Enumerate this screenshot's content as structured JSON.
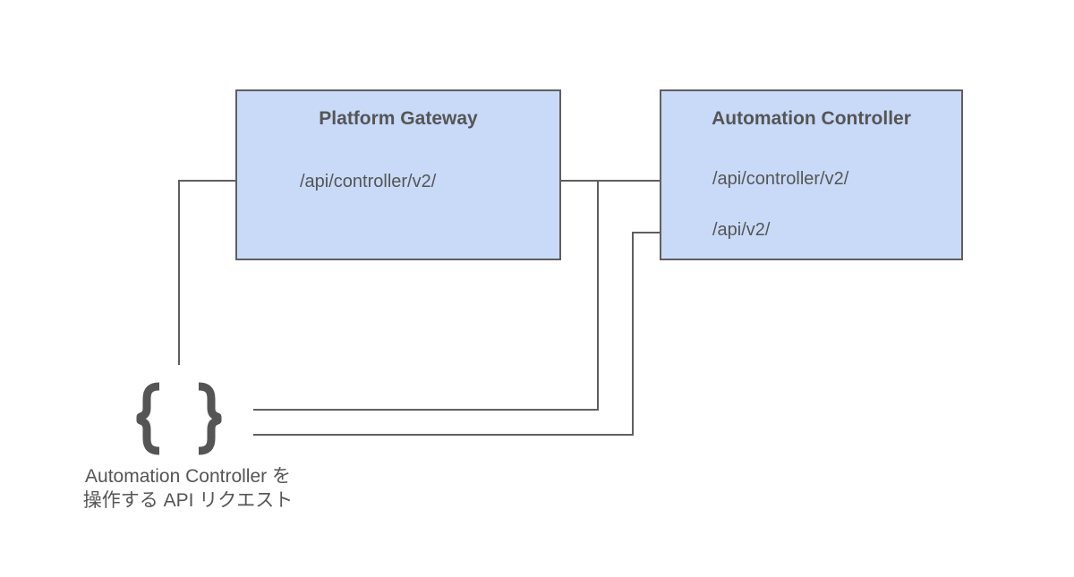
{
  "gateway": {
    "title": "Platform Gateway",
    "route": "/api/controller/v2/"
  },
  "controller": {
    "title": "Automation Controller",
    "routes": [
      "/api/controller/v2/",
      "/api/v2/"
    ]
  },
  "client": {
    "icon": "curly-braces-icon",
    "caption_line1": "Automation Controller を",
    "caption_line2": "操作する API リクエスト"
  },
  "colors": {
    "box_fill": "#c9daf8",
    "box_border": "#5f5f5f",
    "line": "#5f5f5f",
    "text": "#555555"
  }
}
